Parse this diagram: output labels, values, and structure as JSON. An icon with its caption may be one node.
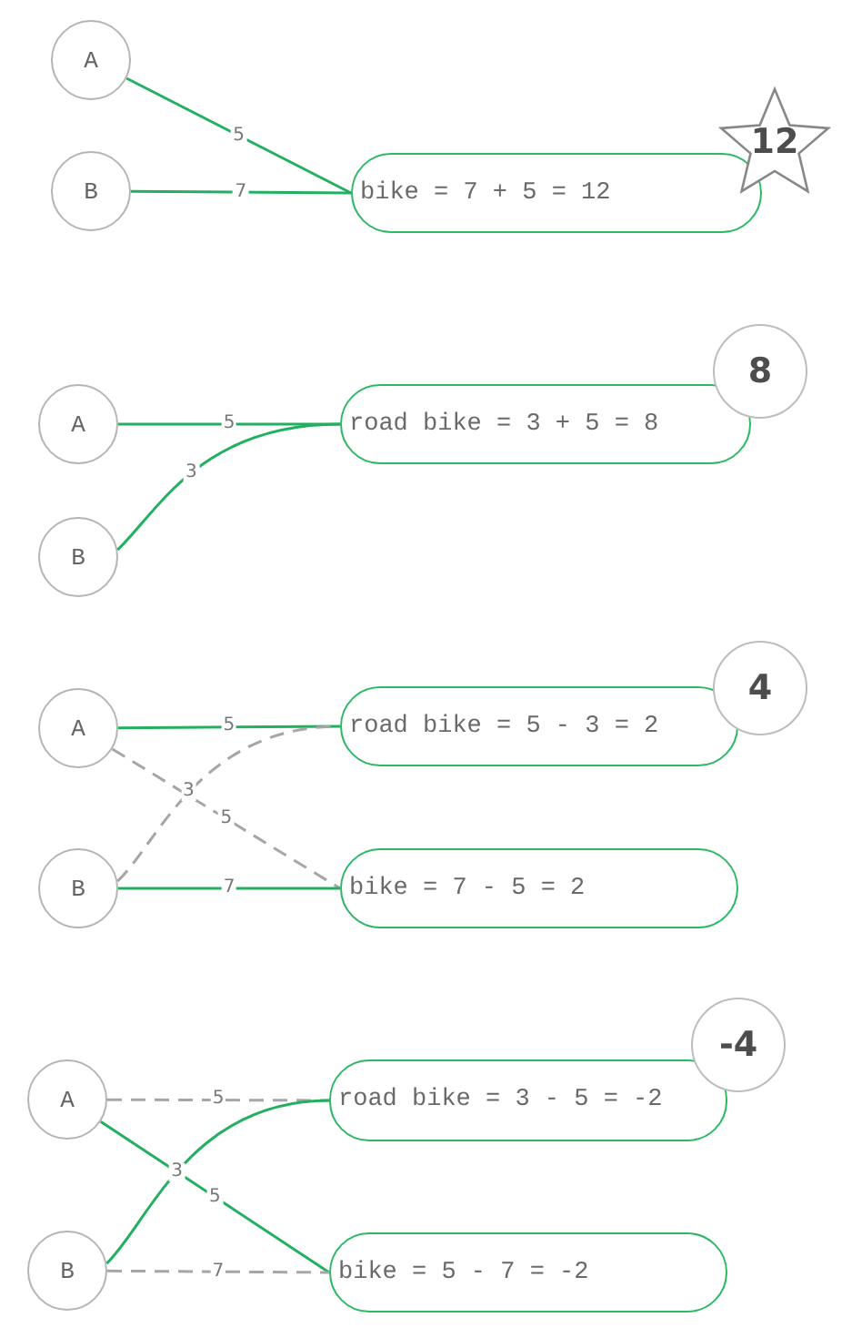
{
  "diagram": {
    "nodes": [
      {
        "text": [
          "A"
        ]
      },
      {
        "text": [
          "B"
        ]
      },
      {
        "text": [
          "bike = 7 + 5 = 12"
        ]
      },
      {
        "text": [
          "12"
        ]
      },
      {
        "text": [
          "A"
        ]
      },
      {
        "text": [
          "B"
        ]
      },
      {
        "text": [
          "road bike = 3 + 5 = 8"
        ]
      },
      {
        "text": [
          "8"
        ]
      },
      {
        "text": [
          "A"
        ]
      },
      {
        "text": [
          "B"
        ]
      },
      {
        "text": [
          "road bike = 5 - 3 = 2"
        ]
      },
      {
        "text": [
          "4"
        ]
      },
      {
        "text": [
          "bike = 7 - 5 = 2"
        ]
      },
      {
        "text": [
          "A"
        ]
      },
      {
        "text": [
          "B"
        ]
      },
      {
        "text": [
          "road bike = 3 - 5 = -2"
        ]
      },
      {
        "text": [
          "-4"
        ]
      },
      {
        "text": [
          "bike = 5 - 7 = -2"
        ]
      }
    ],
    "edges": [
      {
        "from": 0,
        "to": 2,
        "arrow": "none",
        "label": "5"
      },
      {
        "from": 1,
        "to": 2,
        "arrow": "none",
        "label": "7"
      },
      {
        "from": 4,
        "to": 6,
        "arrow": "none",
        "label": "5"
      },
      {
        "from": 5,
        "to": 6,
        "arrow": "none",
        "label": "3"
      },
      {
        "from": 8,
        "to": 10,
        "arrow": "none",
        "label": "5"
      },
      {
        "from": 9,
        "to": 10,
        "arrow": "none",
        "label": "3",
        "style": "dashed",
        "color": "#a6a6a6"
      },
      {
        "from": 8,
        "to": 12,
        "arrow": "none",
        "label": "5",
        "style": "dashed",
        "color": "#a6a6a6"
      },
      {
        "from": 9,
        "to": 12,
        "arrow": "none",
        "label": "7"
      },
      {
        "from": 13,
        "to": 15,
        "arrow": "none",
        "label": "5",
        "style": "dashed",
        "color": "#a6a6a6"
      },
      {
        "from": 14,
        "to": 15,
        "arrow": "none",
        "label": "3"
      },
      {
        "from": 13,
        "to": 17,
        "arrow": "none",
        "label": "5"
      },
      {
        "from": 14,
        "to": 17,
        "arrow": "none",
        "label": "7",
        "style": "dashed",
        "color": "#a6a6a6"
      }
    ]
  }
}
